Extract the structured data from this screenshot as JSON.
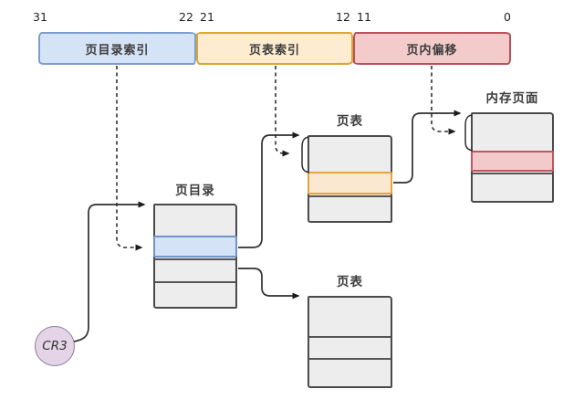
{
  "diagram": {
    "title_hint": "x86 two-level page table address translation",
    "bit_labels": [
      "31",
      "22",
      "21",
      "12",
      "11",
      "0"
    ],
    "address_bar": {
      "segments": [
        {
          "label": "页目录索引",
          "bits": "31-22",
          "fill": "#d5e3f7",
          "border": "#7e9ec9"
        },
        {
          "label": "页表索引",
          "bits": "21-12",
          "fill": "#fdeccf",
          "border": "#dba631"
        },
        {
          "label": "页内偏移",
          "bits": "11-0",
          "fill": "#f3cbcb",
          "border": "#b9515c"
        }
      ]
    },
    "tables": [
      {
        "id": "page-directory",
        "title": "页目录",
        "rows": 4,
        "highlight_row": 2,
        "highlight_fill": "#d4e3f6",
        "highlight_border": "#6f95c8"
      },
      {
        "id": "page-table-upper",
        "title": "页表",
        "rows": 3,
        "highlight_row": 2,
        "highlight_fill": "#fbe8d0",
        "highlight_border": "#e6a33e"
      },
      {
        "id": "memory-page",
        "title": "内存页面",
        "rows": 3,
        "highlight_row": 2,
        "highlight_fill": "#f3caca",
        "highlight_border": "#c05560"
      },
      {
        "id": "page-table-lower",
        "title": "页表",
        "rows": 3,
        "highlight_row": null
      }
    ],
    "cr3": {
      "label": "CR3",
      "fill": "#e5d4e8",
      "border": "#8b7f95"
    },
    "line_color": "#2e2e2e",
    "row_fill": "#ededed"
  }
}
